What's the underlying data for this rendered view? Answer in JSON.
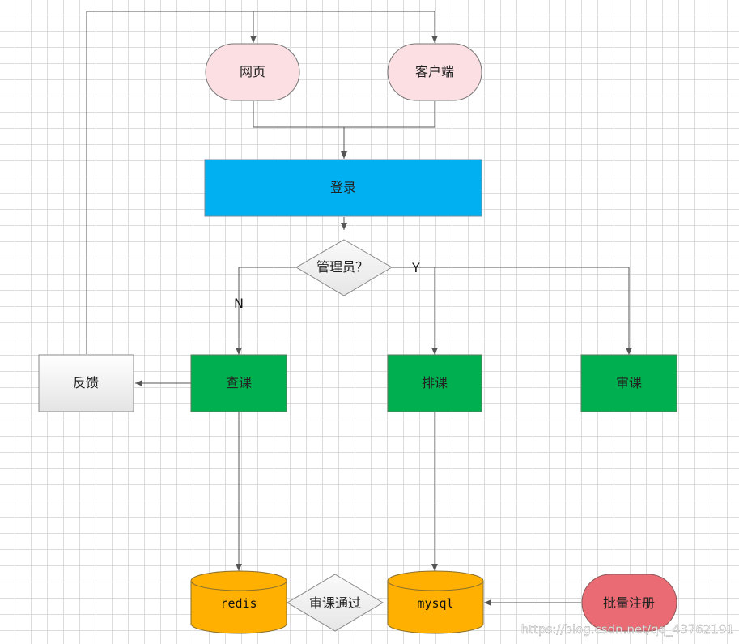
{
  "nodes": {
    "web": "网页",
    "client": "客户端",
    "login": "登录",
    "admin_decision": "管理员？",
    "feedback": "反馈",
    "query_course": "查课",
    "schedule_course": "排课",
    "review_course": "审课",
    "redis": "redis",
    "review_passed": "审课通过",
    "mysql": "mysql",
    "batch_register": "批量注册"
  },
  "edge_labels": {
    "no": "N",
    "yes": "Y"
  },
  "watermark": "https://blog.csdn.net/qq_43762191",
  "colors": {
    "terminal_pink": "#fbdfe3",
    "login_blue": "#00b0f0",
    "process_green": "#00b050",
    "database_orange": "#ffb000",
    "batch_red": "#ea6b73",
    "connector": "#555555"
  }
}
